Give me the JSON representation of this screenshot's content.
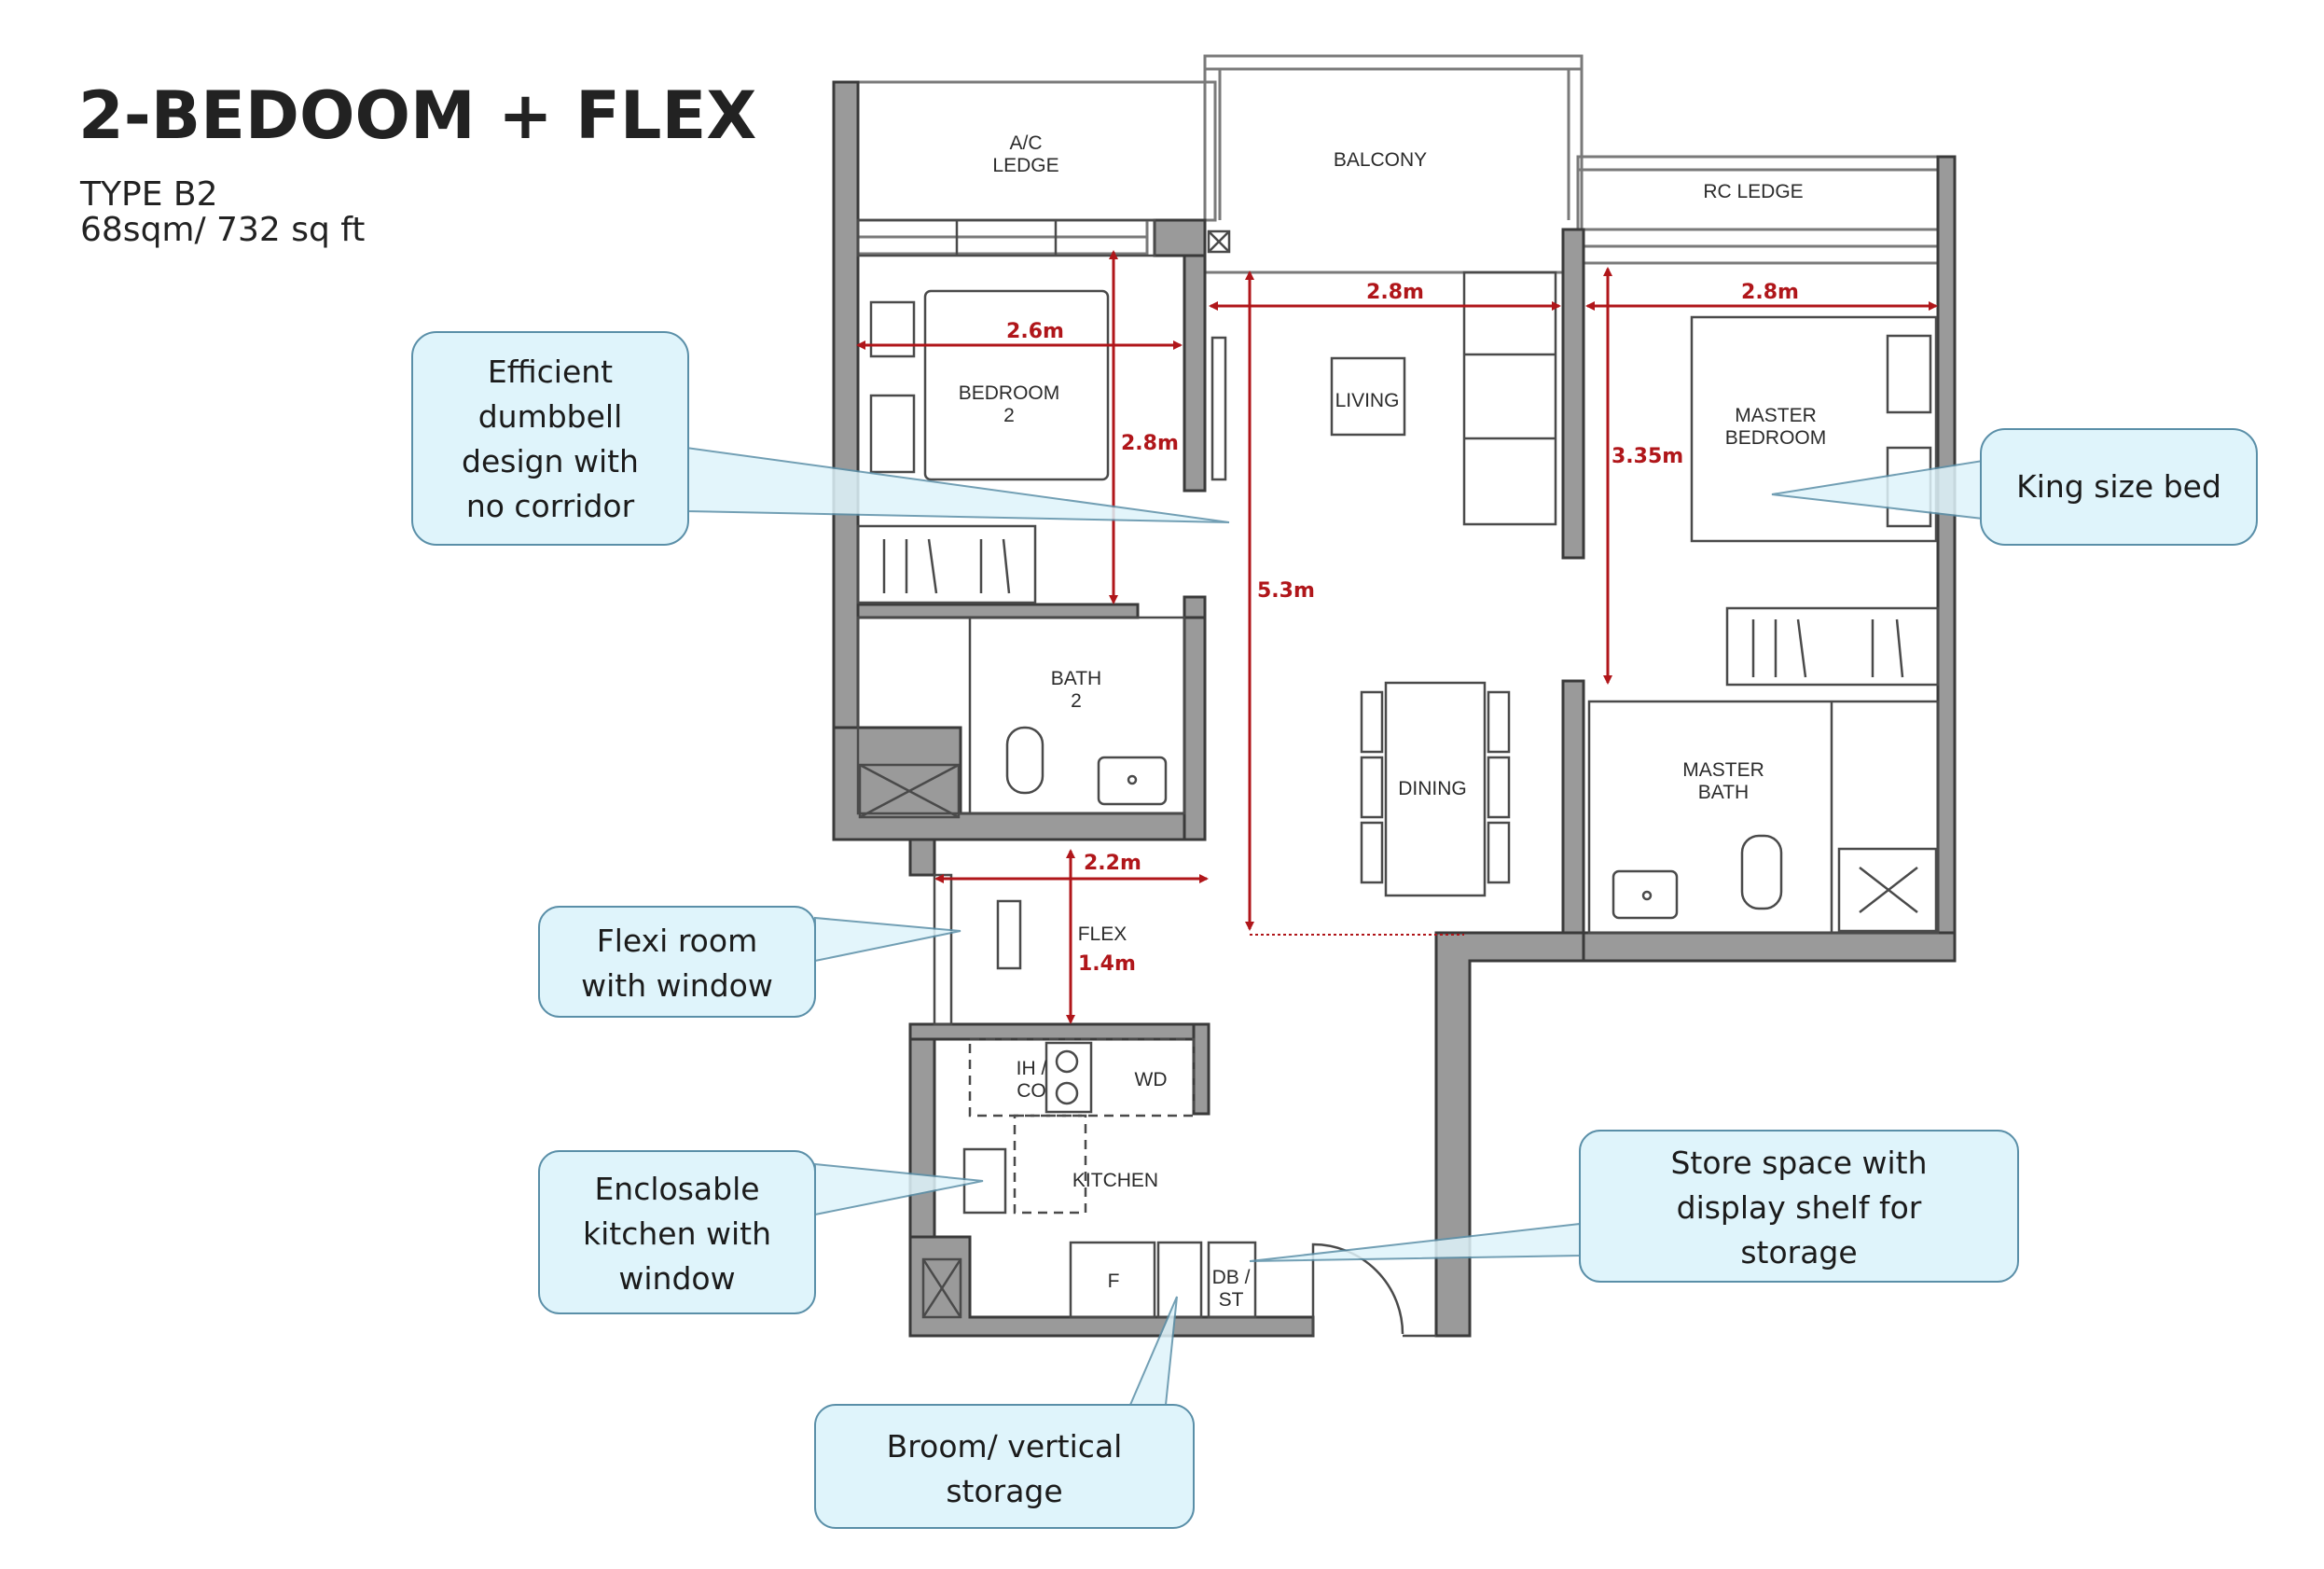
{
  "title": "2-BEDOOM + FLEX",
  "type_label": "TYPE B2",
  "area_label": "68sqm/ 732 sq ft",
  "colors": {
    "wall": "#9a9a9a",
    "wall_stroke": "#3a3a3a",
    "dimension": "#b0161a",
    "callout_fill": "#dff4fb",
    "callout_stroke": "#5a8fa8"
  },
  "rooms": {
    "ac_ledge": [
      "A/C",
      "LEDGE"
    ],
    "balcony": "BALCONY",
    "rc_ledge": "RC LEDGE",
    "bedroom2": [
      "BEDROOM",
      "2"
    ],
    "living": "LIVING",
    "master_bedroom": [
      "MASTER",
      "BEDROOM"
    ],
    "bath2": [
      "BATH",
      "2"
    ],
    "dining": "DINING",
    "master_bath": [
      "MASTER",
      "BATH"
    ],
    "flex": "FLEX",
    "kitchen": "KITCHEN",
    "ih_co": [
      "IH /",
      "CO"
    ],
    "wd": "WD",
    "fridge": "F",
    "db_st": [
      "DB /",
      "ST"
    ]
  },
  "dimensions": {
    "bedroom2_width": "2.6m",
    "bedroom2_depth": "2.8m",
    "living_width": "2.8m",
    "living_depth": "5.3m",
    "master_width": "2.8m",
    "master_depth": "3.35m",
    "flex_width": "2.2m",
    "flex_depth": "1.4m"
  },
  "callouts": {
    "dumbbell": [
      "Efficient",
      "dumbbell",
      "design with",
      "no corridor"
    ],
    "king_bed": [
      "King size bed"
    ],
    "flexi_room": [
      "Flexi room",
      "with window"
    ],
    "kitchen": [
      "Enclosable",
      "kitchen with",
      "window"
    ],
    "store": [
      "Store space with",
      "display shelf for",
      "storage"
    ],
    "broom": [
      "Broom/ vertical",
      "storage"
    ]
  }
}
